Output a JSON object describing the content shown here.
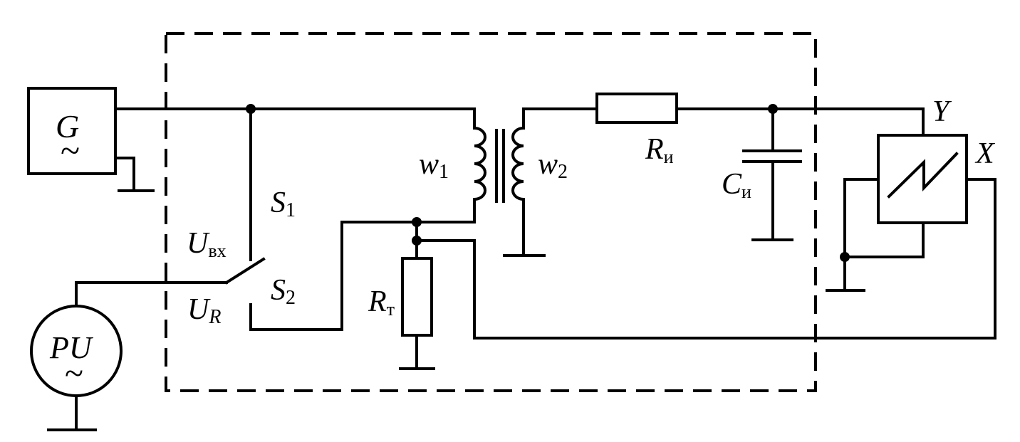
{
  "generator": {
    "symbol": "G",
    "tilde": "~"
  },
  "voltmeter": {
    "symbol": "PU",
    "tilde": "~"
  },
  "switch": {
    "s1": {
      "main": "S",
      "sub": "1"
    },
    "s2": {
      "main": "S",
      "sub": "2"
    },
    "u_in": {
      "main": "U",
      "sub": "вх"
    },
    "u_r": {
      "main": "U",
      "sub": "R"
    }
  },
  "transformer": {
    "w1": {
      "main": "w",
      "sub": "1"
    },
    "w2": {
      "main": "w",
      "sub": "2"
    }
  },
  "resistor_t": {
    "main": "R",
    "sub": "т"
  },
  "integrator": {
    "r": {
      "main": "R",
      "sub": "и"
    },
    "c": {
      "main": "C",
      "sub": "и"
    }
  },
  "oscilloscope": {
    "y_input": "Y",
    "x_input": "X"
  }
}
